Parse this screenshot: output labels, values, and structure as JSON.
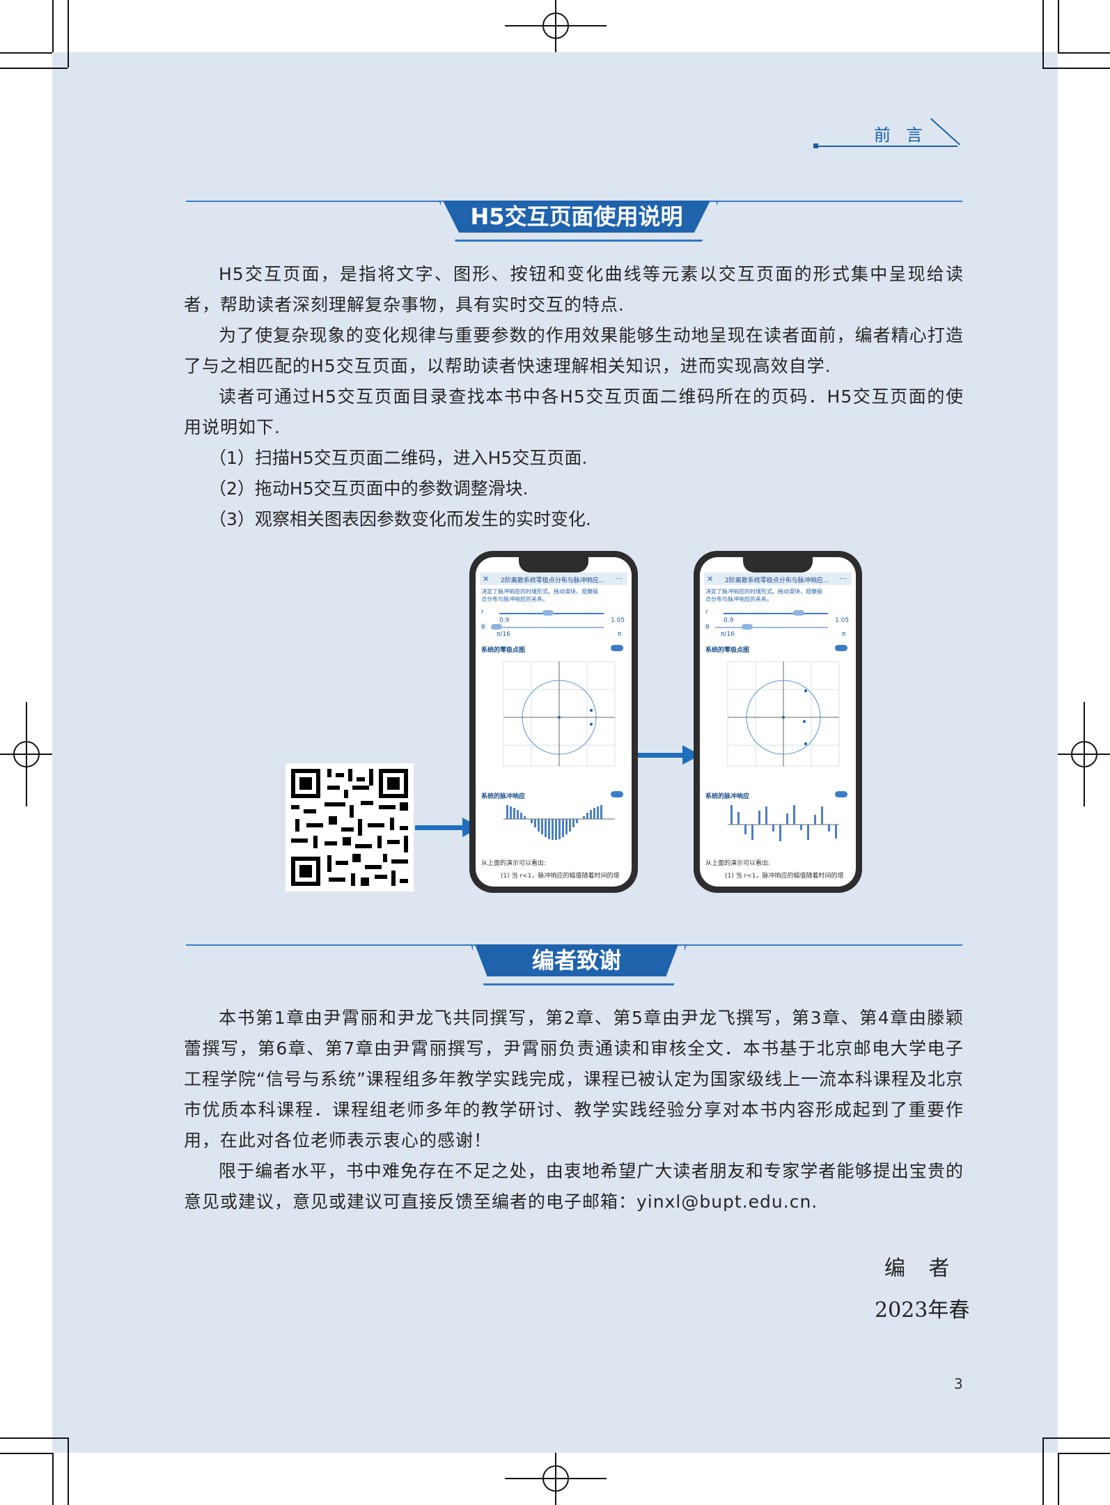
{
  "running_header": "前言",
  "section1": {
    "title": "H5交互页面使用说明",
    "paragraphs": [
      "H5交互页面，是指将文字、图形、按钮和变化曲线等元素以交互页面的形式集中呈现给读者，帮助读者深刻理解复杂事物，具有实时交互的特点.",
      "为了使复杂现象的变化规律与重要参数的作用效果能够生动地呈现在读者面前，编者精心打造了与之相匹配的H5交互页面，以帮助读者快速理解相关知识，进而实现高效自学.",
      "读者可通过H5交互页面目录查找本书中各H5交互页面二维码所在的页码．H5交互页面的使用说明如下."
    ],
    "steps": [
      "（1）扫描H5交互页面二维码，进入H5交互页面.",
      "（2）拖动H5交互页面中的参数调整滑块.",
      "（3）观察相关图表因参数变化而发生的实时变化."
    ]
  },
  "phone": {
    "title": "2阶离散系统零极点分布与脉冲响应...",
    "title_right": "2阶离散系统零极点分布与脉冲响应...",
    "desc": "决定了脉冲响应的时域形式。拖动滑块，观察极点分布与脉冲响应的关系。",
    "r_label": "r",
    "theta_label": "θ",
    "r_min": "0.9",
    "r_max": "1.05",
    "theta_min": "π/16",
    "theta_max": "π",
    "pz_title": "系统的零极点图",
    "impulse_title": "系统的脉冲响应",
    "conclusion": "从上面的演示可以看出:",
    "conclusion_item": "(1) 当 r<1，脉冲响应的幅值随着时间的增"
  },
  "section2": {
    "title": "编者致谢",
    "paragraphs": [
      "本书第1章由尹霄丽和尹龙飞共同撰写，第2章、第5章由尹龙飞撰写，第3章、第4章由滕颖蕾撰写，第6章、第7章由尹霄丽撰写，尹霄丽负责通读和审核全文．本书基于北京邮电大学电子工程学院“信号与系统”课程组多年教学实践完成，课程已被认定为国家级线上一流本科课程及北京市优质本科课程．课程组老师多年的教学研讨、教学实践经验分享对本书内容形成起到了重要作用，在此对各位老师表示衷心的感谢！",
      "限于编者水平，书中难免存在不足之处，由衷地希望广大读者朋友和专家学者能够提出宝贵的意见或建议，意见或建议可直接反馈至编者的电子邮箱：yinxl@bupt.edu.cn."
    ]
  },
  "signature": "编 者",
  "date": "2023年春",
  "page_number": "3"
}
